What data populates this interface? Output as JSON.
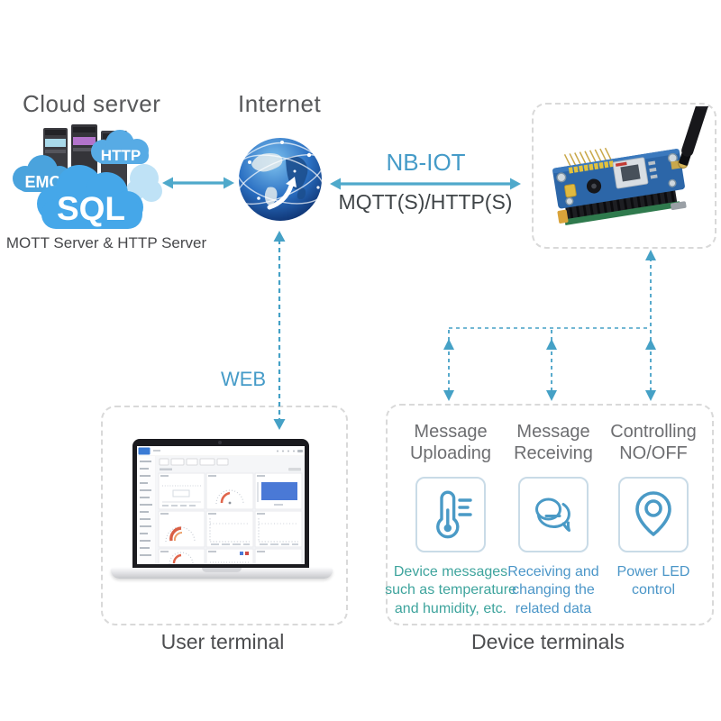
{
  "colors": {
    "accent_blue": "#459bc8",
    "teal_text": "#3ea49d",
    "blue_text": "#4b96c8",
    "arrow_solid": "#4fa9cb",
    "arrow_dashed": "#45a1c6",
    "title_gray": "#57585a",
    "heading_gray": "#6d6e71",
    "dark_text": "#3f4447",
    "dashed_border": "#d9d9d9",
    "icon_stroke": "#4a9ac6",
    "cloud_blue": "#45a7e9"
  },
  "cloud_server": {
    "title": "Cloud server",
    "clouds": [
      {
        "label": "EMQ"
      },
      {
        "label": "HTTP"
      },
      {
        "label": "SQL"
      }
    ],
    "caption": "MOTT Server & HTTP Server"
  },
  "internet": {
    "title": "Internet"
  },
  "uplink": {
    "label": "NB-IOT",
    "sublabel": "MQTT(S)/HTTP(S)"
  },
  "web_link": {
    "label": "WEB"
  },
  "user_terminal": {
    "label": "User terminal"
  },
  "device_terminals": {
    "label": "Device terminals",
    "items": [
      {
        "title": "Message Uploading",
        "icon": "thermometer-icon",
        "description": "Device messages such as temperature and humidity, etc."
      },
      {
        "title": "Message Receiving",
        "icon": "chat-bubble-icon",
        "description": "Receiving and changing the related data"
      },
      {
        "title": "Controlling NO/OFF",
        "icon": "location-pin-icon",
        "description": "Power LED control"
      }
    ]
  }
}
